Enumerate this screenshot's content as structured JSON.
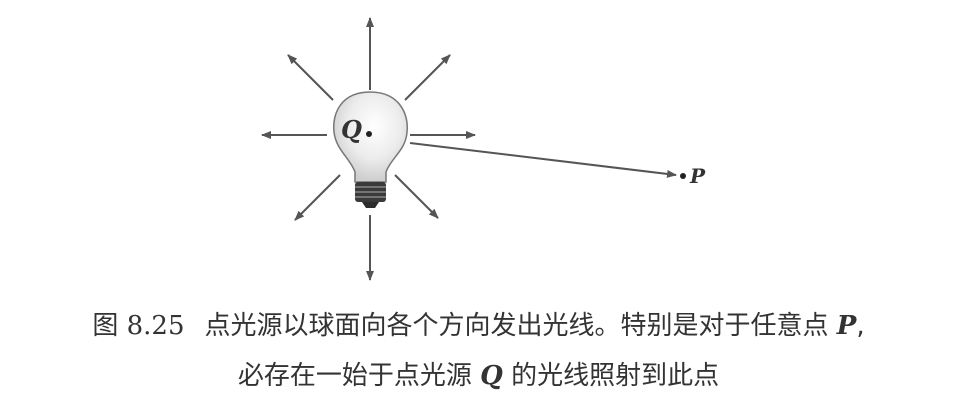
{
  "figure": {
    "source_label": "Q",
    "point_label": "P",
    "colors": {
      "arrow": "#555555",
      "bulb_glass": "#e9e9e9",
      "bulb_highlight": "#ffffff",
      "bulb_base": "#333333"
    }
  },
  "caption": {
    "line1_prefix": "图 8.25",
    "line1_text": "点光源以球面向各个方向发出光线。特别是对于任意点",
    "line1_var": "P",
    "line1_end": ",",
    "line2_text": "必存在一始于点光源",
    "line2_var": "Q",
    "line2_end": "的光线照射到此点"
  }
}
